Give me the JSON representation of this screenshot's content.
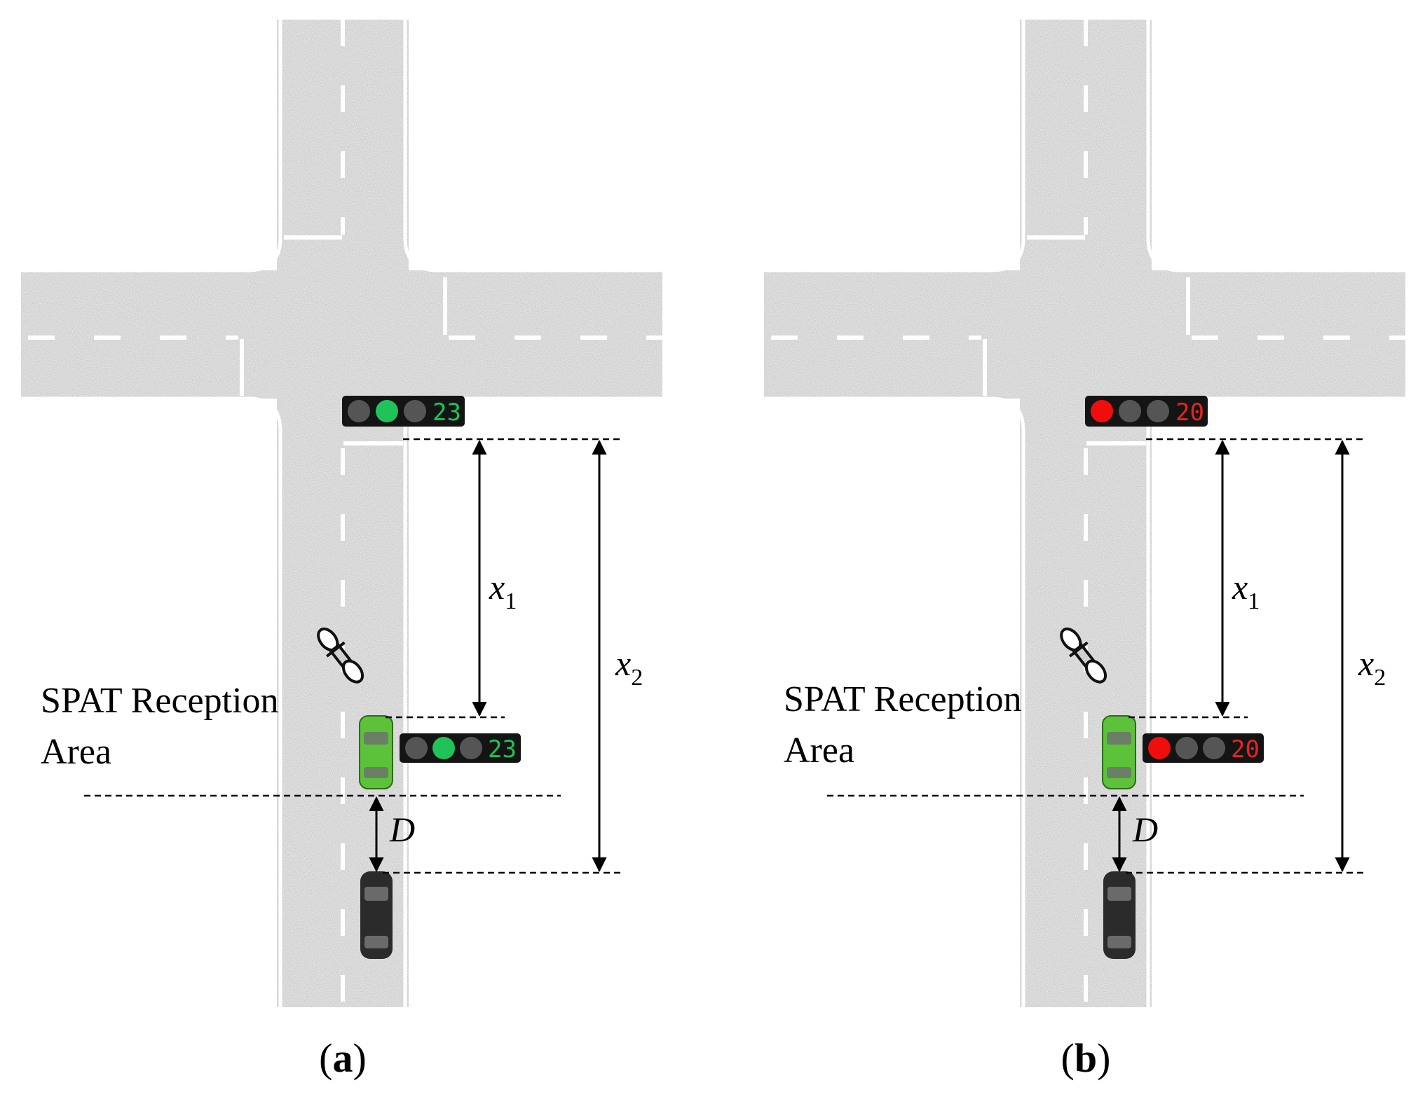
{
  "panels": [
    {
      "caption_open": "(",
      "caption_letter": "a",
      "caption_close": ")",
      "signal_state": "green",
      "signal_countdown": "23",
      "countdown_color": "#19c45a",
      "label_x1_var": "x",
      "label_x1_sub": "1",
      "label_x2_var": "x",
      "label_x2_sub": "2",
      "label_d": "D",
      "area_line1": "SPAT Reception",
      "area_line2": "Area"
    },
    {
      "caption_open": "(",
      "caption_letter": "b",
      "caption_close": ")",
      "signal_state": "red",
      "signal_countdown": "20",
      "countdown_color": "#e8231f",
      "label_x1_var": "x",
      "label_x1_sub": "1",
      "label_x2_var": "x",
      "label_x2_sub": "2",
      "label_d": "D",
      "area_line1": "SPAT Reception",
      "area_line2": "Area"
    }
  ],
  "colors": {
    "road": "#a9a9a9",
    "lane_marking": "#ffffff",
    "signal_green": "#1fc35a",
    "signal_red": "#f20d0d",
    "signal_off": "#555555",
    "signal_housing": "#141414",
    "green_car": "#5cc23a",
    "black_car": "#2b2b2b"
  },
  "icons": [
    "traffic-light-icon",
    "green-car-icon",
    "black-car-icon",
    "motorcycle-icon"
  ]
}
